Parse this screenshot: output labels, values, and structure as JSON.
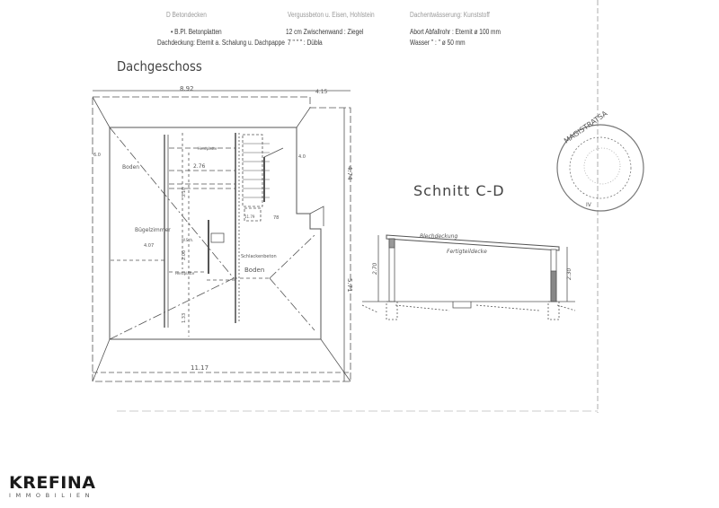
{
  "header": {
    "row0": [
      "D  Betondecken",
      "Vergussbeton u. Eisen, Hohlstein",
      "Dachentwässerung: Kunststoff"
    ],
    "row1": {
      "col1": "•      B.Pl.   Betonplatten",
      "col2": "12 cm  Zwischenwand :  Ziegel",
      "col3": "Abort Abfallrohr :  Eternit  ø 100 mm"
    },
    "row2": {
      "col1": "Dachdeckung: Eternit a. Schalung u. Dachpappe",
      "col2": "7 \"      \"      \"  :  Dübla",
      "col3": "Wasser    \"     :    \"      ø 50 mm"
    }
  },
  "plan": {
    "title": "Dachgeschoss",
    "dimensions": {
      "top": "8.92",
      "top_right": "4.15",
      "right_upper": "4.74",
      "right_lower": "5.71",
      "bottom": "11.17",
      "left": "6.0",
      "inner_width": "2.76",
      "vertical1": "3.10",
      "vertical2": "2.00",
      "vertical3": "1.33",
      "room_width": "4.07",
      "right_wall": "4.0"
    },
    "rooms": [
      "Boden",
      "Bügelzimmer",
      "Schlackenbeton",
      "Boden"
    ],
    "notes": [
      "Herdplatte",
      "Herdplatte",
      "W.Sch.",
      "11.79",
      "78"
    ]
  },
  "section": {
    "title": "Schnitt C-D",
    "roof_label": "Blechdeckung",
    "ceiling_label": "Fertigteildecke",
    "height_left": "2.70",
    "height_right": "2.30"
  },
  "stamp": {
    "text": "MAGISTRATSA",
    "mark": "IV"
  },
  "logo": {
    "name": "KREFINA",
    "tagline": "IMMOBILIEN"
  }
}
